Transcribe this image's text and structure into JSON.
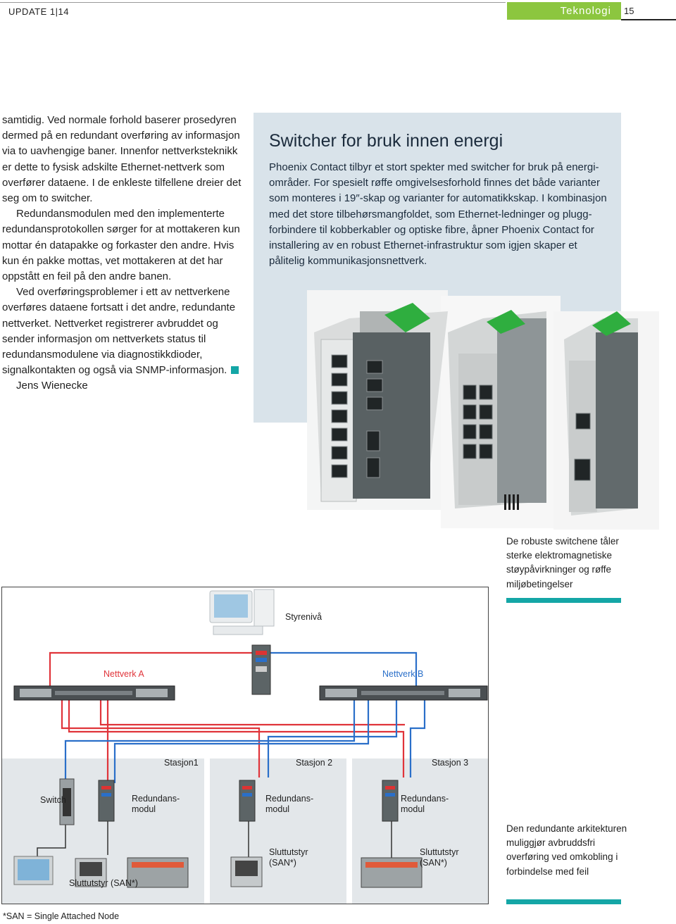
{
  "header": {
    "left": "UPDATE 1|14",
    "section": "Teknologi",
    "page": "15"
  },
  "body": {
    "p1": "samtidig. Ved normale forhold baserer prosedyren dermed på en redundant overføring av informasjon via to uavhengige baner. Innenfor nettverksteknikk er dette to fysisk adskilte Ethernet-nettverk som overfører dataene. I de enkleste tilfellene dreier det seg om to switcher.",
    "p2": "Redundansmodulen med den implementerte redundansprotokollen sørger for at mottakeren kun mottar én datapakke og forkaster den andre. Hvis kun én pakke mottas, vet mottakeren at det har oppstått en feil på den andre banen.",
    "p3": "Ved overføringsproblemer i ett av nettverkene overføres dataene fortsatt i det andre, redundante nettverket. Nettverket registrerer avbruddet og sender informasjon om nettverkets status til redundansmodulene via diagnostikkdioder, signalkontakten og også via SNMP-informasjon.",
    "author": "Jens Wienecke"
  },
  "sidebar": {
    "title": "Switcher for bruk innen energi",
    "text": "Phoenix Contact tilbyr et stort spekter med switcher for bruk på energi-områder. For spesielt røffe omgivelsesforhold finnes det både varianter som monteres i 19″-skap og varianter for automatikkskap. I kombinasjon med det store tilbehørsmangfoldet, som Ethernet-ledninger og plugg-forbindere til kobberkabler og optiske fibre, åpner Phoenix Contact for installering av en robust Ethernet-infrastruktur som igjen skaper et pålitelig kommunikasjonsnettverk."
  },
  "captions": {
    "photo": "De robuste switchene tåler sterke elektromagnetiske støypåvirkninger og røffe miljøbetingelser",
    "diagram": "Den redundante arkitekturen muliggjør avbruddsfri overføring ved omkobling i forbindelse med feil"
  },
  "diagram": {
    "control_level": "Styrenivå",
    "network_a": "Nettverk A",
    "network_b": "Nettverk B",
    "station1": "Stasjon1",
    "station2": "Stasjon 2",
    "station3": "Stasjon 3",
    "switch": "Switch",
    "redundancy_1a": "Redundans-",
    "redundancy_1b": "modul",
    "redundancy_2a": "Redundans-",
    "redundancy_2b": "modul",
    "redundancy_3a": "Redundans-",
    "redundancy_3b": "modul",
    "end_device_1": "Sluttutstyr (SAN*)",
    "end_device_2a": "Sluttutstyr",
    "end_device_2b": "(SAN*)",
    "end_device_3a": "Sluttutstyr",
    "end_device_3b": "(SAN*)"
  },
  "footnote": "*SAN = Single Attached Node",
  "colors": {
    "accent_green": "#8cc63f",
    "teal": "#14a6a6",
    "sidebar_bg": "#d9e3ea",
    "network_a": "#e0343a",
    "network_b": "#2a6fc9"
  }
}
